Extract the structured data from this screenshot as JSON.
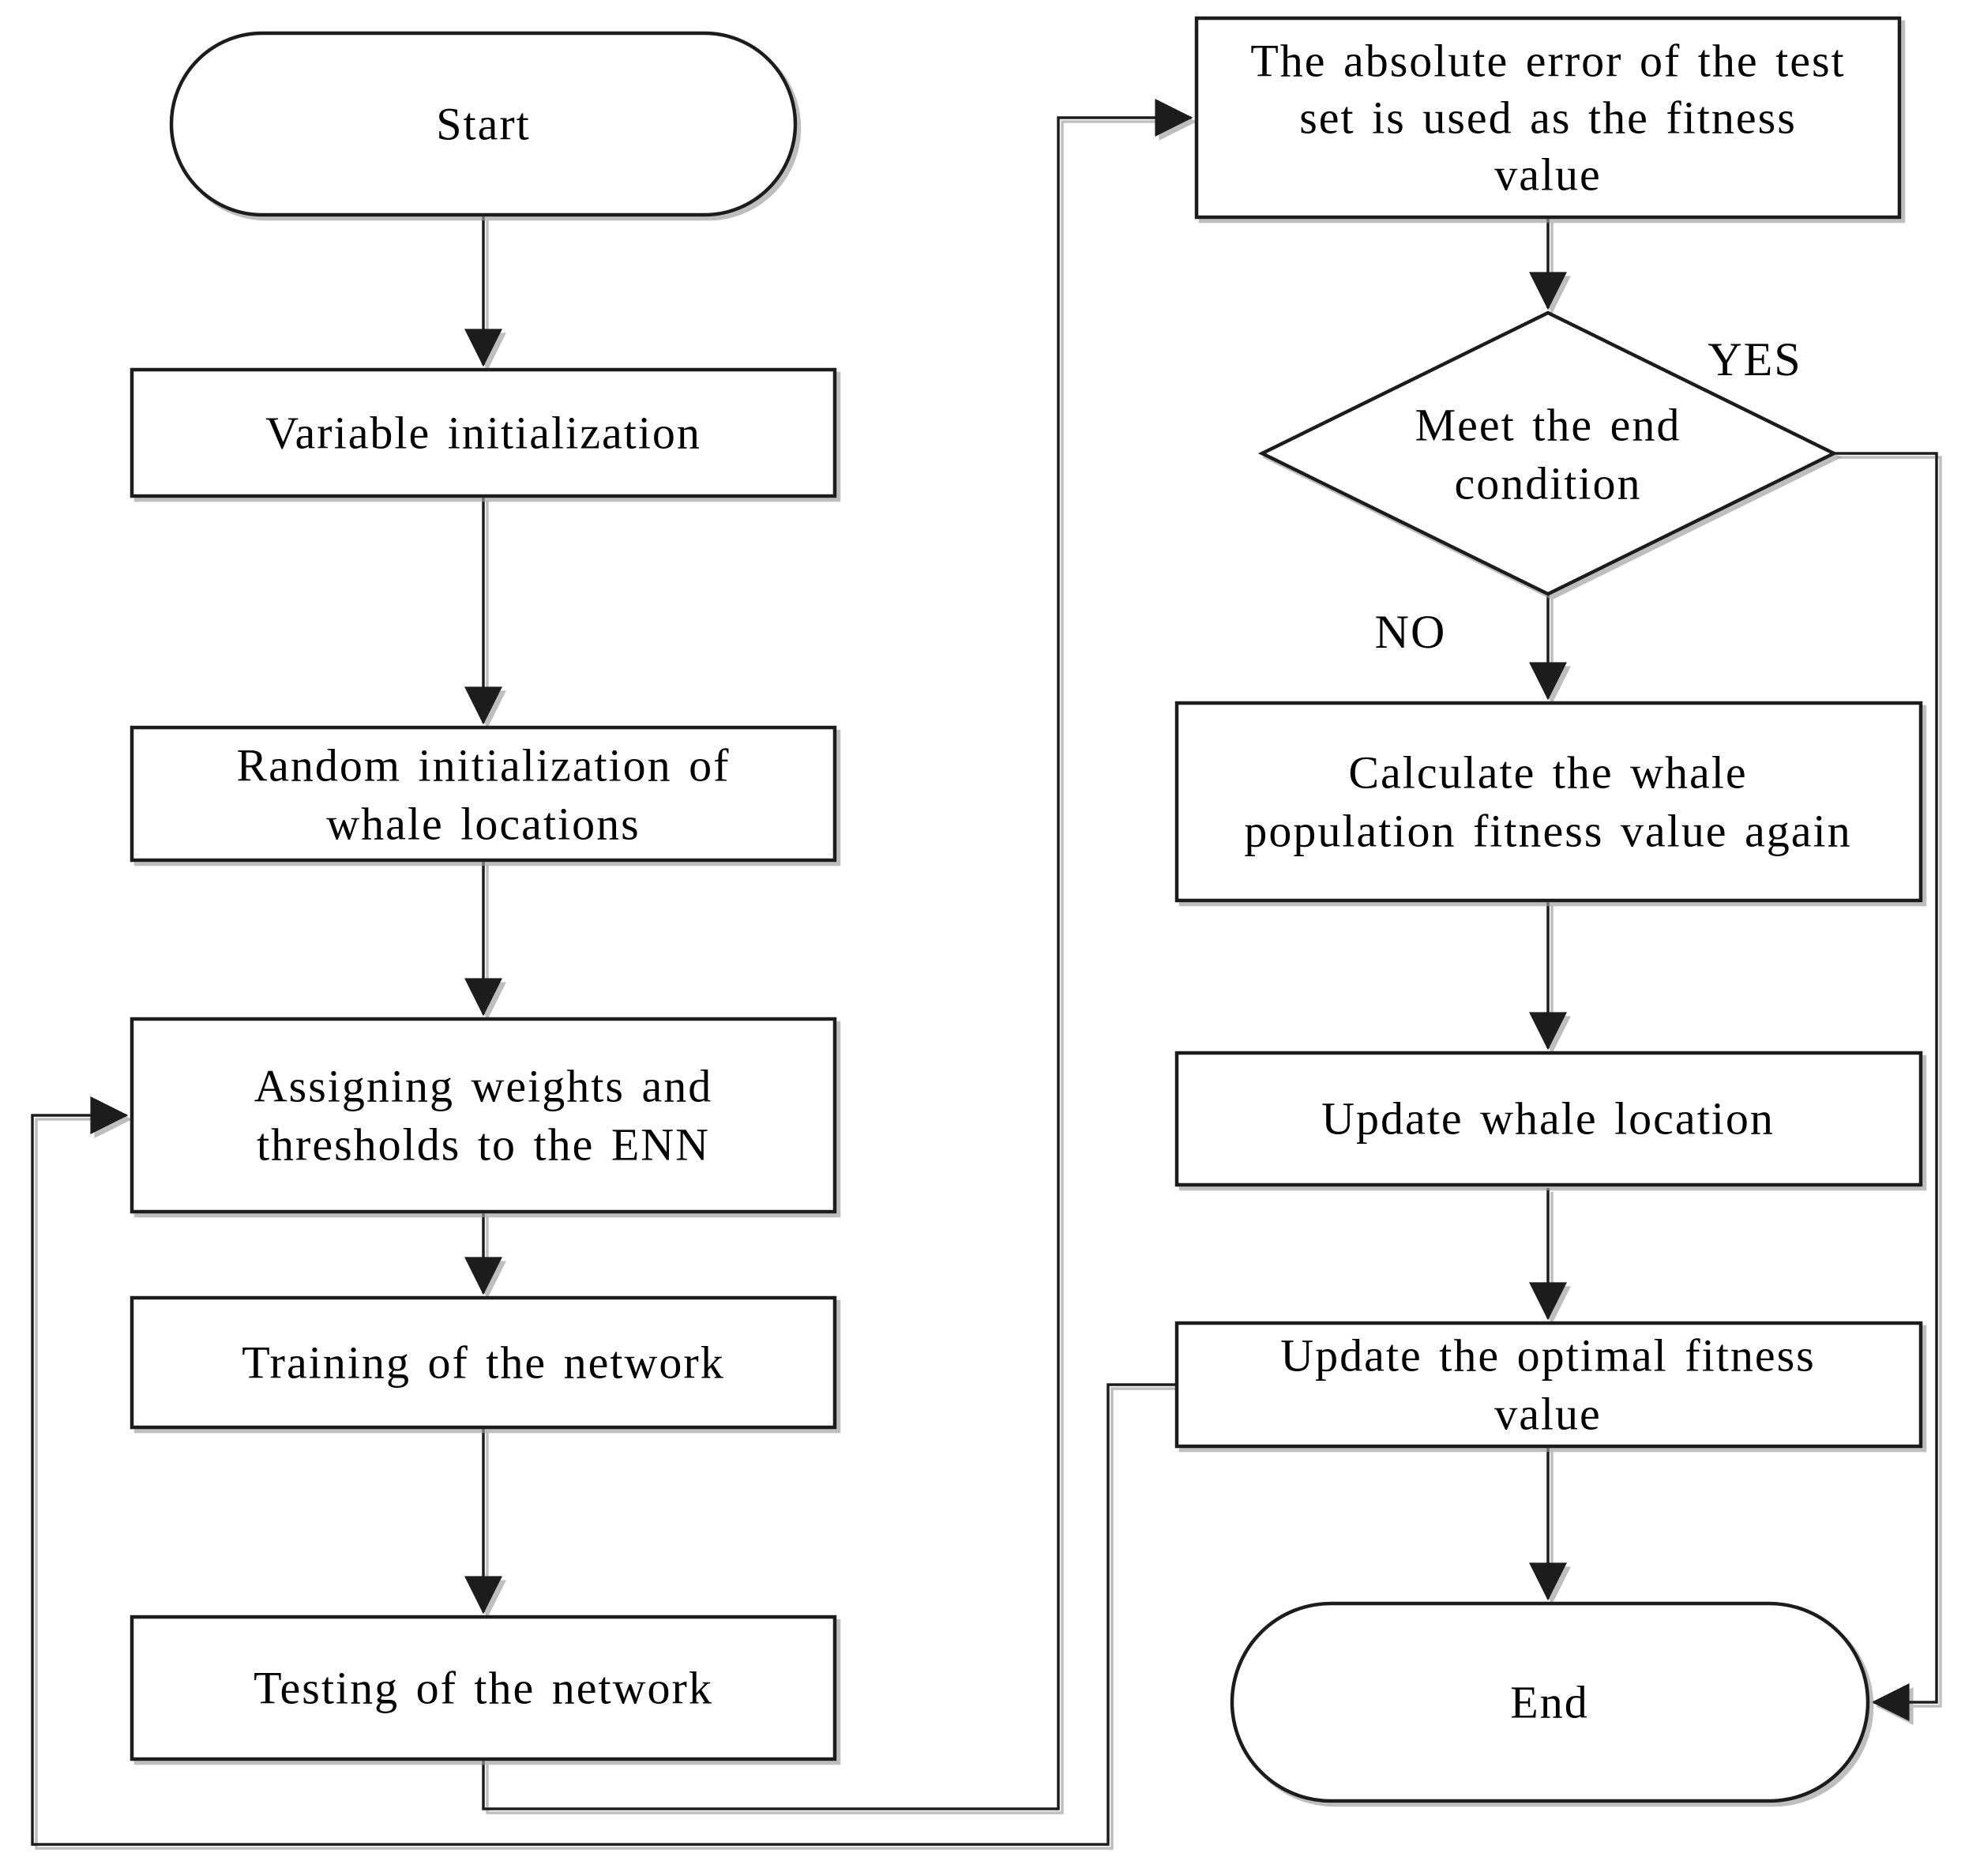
{
  "nodes": {
    "start": {
      "type": "terminator",
      "label": "Start"
    },
    "variable_init": {
      "type": "process",
      "lines": [
        "Variable initialization"
      ]
    },
    "random_init": {
      "type": "process",
      "lines": [
        "Random initialization of",
        "whale locations"
      ]
    },
    "assign_weights": {
      "type": "process",
      "lines": [
        "Assigning weights and",
        "thresholds to the ENN"
      ]
    },
    "training": {
      "type": "process",
      "lines": [
        "Training of the network"
      ]
    },
    "testing": {
      "type": "process",
      "lines": [
        "Testing of the network"
      ]
    },
    "abs_error": {
      "type": "process",
      "lines": [
        "The absolute error of the test",
        "set is used as the fitness",
        "value"
      ]
    },
    "end_condition": {
      "type": "decision",
      "lines": [
        "Meet the end",
        "condition"
      ]
    },
    "calc_fitness": {
      "type": "process",
      "lines": [
        "Calculate the whale",
        "population fitness value again"
      ]
    },
    "update_whale": {
      "type": "process",
      "lines": [
        "Update whale location"
      ]
    },
    "update_optimal": {
      "type": "process",
      "lines": [
        "Update the optimal fitness",
        "value"
      ]
    },
    "end": {
      "type": "terminator",
      "label": "End"
    }
  },
  "edge_labels": {
    "yes": "YES",
    "no": "NO"
  },
  "colors": {
    "stroke": "#1f1f1f",
    "text": "#000000",
    "background": "#ffffff",
    "shadow": "#9b9b9b"
  }
}
